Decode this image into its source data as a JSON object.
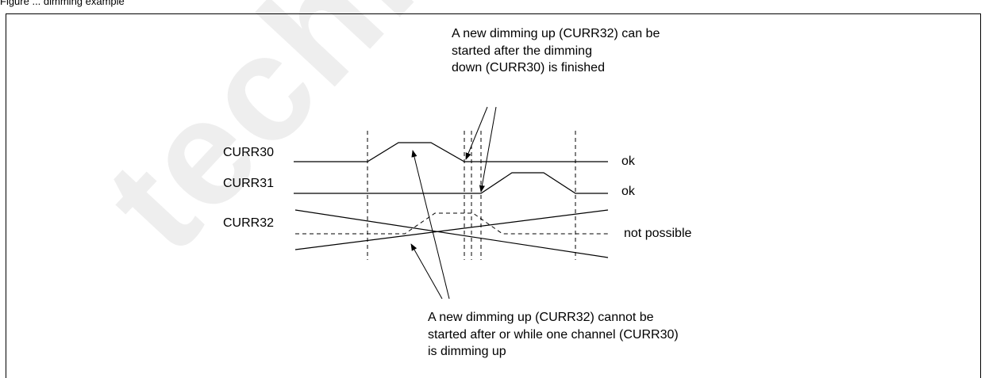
{
  "caption": "Figure ... dimming example",
  "watermark": "technical.com",
  "signals": {
    "curr30": "CURR30",
    "curr31": "CURR31",
    "curr32": "CURR32"
  },
  "results": {
    "curr30": "ok",
    "curr31": "ok",
    "curr32": "not possible"
  },
  "notes": {
    "top": [
      "A new dimming up (CURR32) can be",
      "started after the dimming",
      "down (CURR30) is finished"
    ],
    "bottom": [
      "A new dimming up (CURR32) cannot be",
      "started after or while one channel (CURR30)",
      "is dimming up"
    ]
  }
}
